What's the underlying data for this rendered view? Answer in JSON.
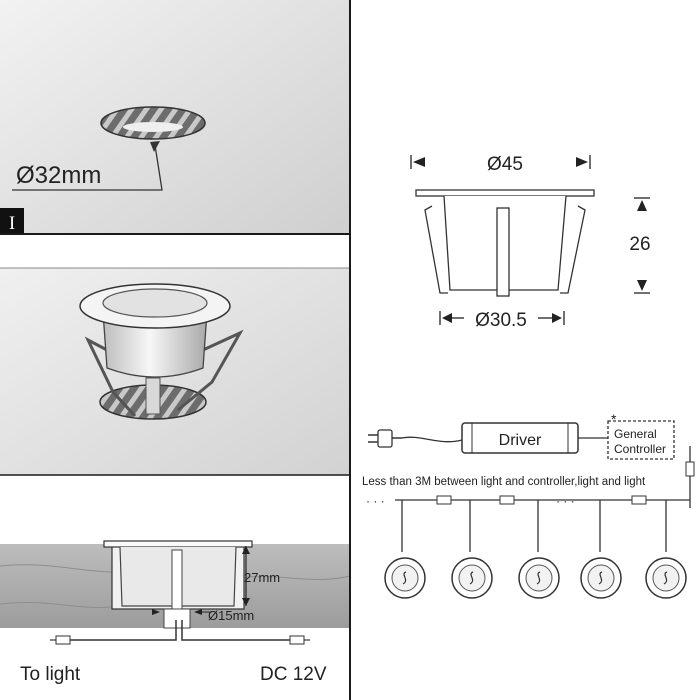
{
  "panel_hole": {
    "roman_numeral": "I",
    "hole_diameter": "Ø32mm"
  },
  "panel_dimensions": {
    "top_diameter": "Ø45",
    "height": "26",
    "body_diameter": "Ø30.5"
  },
  "panel_wiring": {
    "driver_label": "Driver",
    "controller_label_line1": "General",
    "controller_label_line2": "Controller",
    "controller_note_mark": "*",
    "distance_note": "Less than 3M between light and controller,light and light",
    "ellipsis": "·  ·  ·"
  },
  "panel_install": {
    "depth": "27mm",
    "cable_hole": "Ø15mm",
    "left_label": "To light",
    "right_label": "DC 12V"
  },
  "colors": {
    "panel_gray": "#d9d9d9",
    "line": "#333333",
    "divider": "#1a1a1a"
  }
}
